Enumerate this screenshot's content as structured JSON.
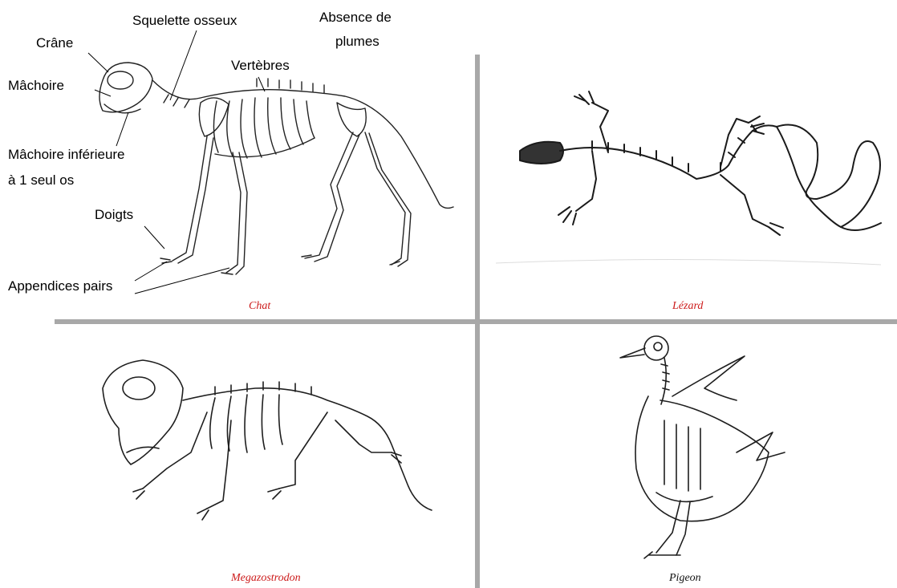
{
  "labels": {
    "crane": "Crâne",
    "squelette": "Squelette osseux",
    "absence_line1": "Absence de",
    "absence_line2": "plumes",
    "vertebres": "Vertèbres",
    "machoire": "Mâchoire",
    "machoire_inf_line1": "Mâchoire inférieure",
    "machoire_inf_line2": "à 1 seul os",
    "doigts": "Doigts",
    "appendices": "Appendices pairs"
  },
  "captions": {
    "chat": "Chat",
    "lezard": "Lézard",
    "megazostrodon": "Megazostrodon",
    "pigeon": "Pigeon"
  },
  "colors": {
    "caption_red": "#cc1a1a",
    "caption_black": "#111111",
    "divider": "#a8a8a8",
    "bone": "#222222"
  }
}
